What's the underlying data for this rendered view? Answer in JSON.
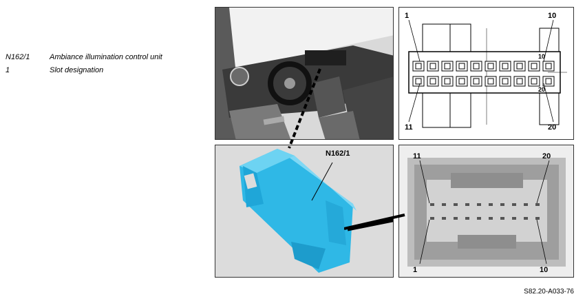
{
  "legend": [
    {
      "code": "N162/1",
      "description": "Ambiance illumination control unit"
    },
    {
      "code": "1",
      "description": "Slot designation"
    }
  ],
  "unit_label": "N162/1",
  "pin_top": {
    "tl": "1",
    "tr": "10",
    "bl": "11",
    "br": "20",
    "mark_top": "10",
    "mark_bottom": "20"
  },
  "pin_bottom": {
    "tl": "11",
    "tr": "20",
    "bl": "1",
    "br": "10"
  },
  "reference": "S82.20-A033-76"
}
